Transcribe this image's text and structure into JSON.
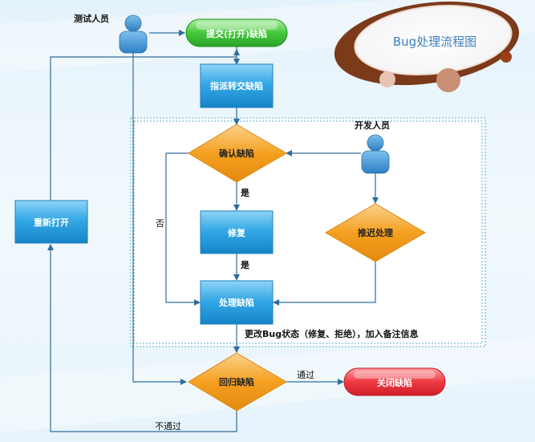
{
  "title": "Bug处理流程图",
  "actors": {
    "tester": "测试人员",
    "developer": "开发人员"
  },
  "nodes": {
    "submit": "提交(打开)缺陷",
    "assign": "指派转交缺陷",
    "confirm": "确认缺陷",
    "fix": "修复",
    "defer": "推迟处理",
    "handle": "处理缺陷",
    "regress": "回归缺陷",
    "close": "关闭缺陷",
    "reopen": "重新打开"
  },
  "edges": {
    "yes1": "是",
    "yes2": "是",
    "no": "否",
    "pass": "通过",
    "fail": "不通过",
    "update_note": "更改Bug状态（修复、拒绝），加入备注信息"
  },
  "colors": {
    "box_blue": "#2f9fe0",
    "diamond_orange": "#f39a1e",
    "start_green": "#3cc43c",
    "end_red": "#e9323c",
    "line": "#2e6d9e",
    "background_tint": "#e8f4fb"
  }
}
